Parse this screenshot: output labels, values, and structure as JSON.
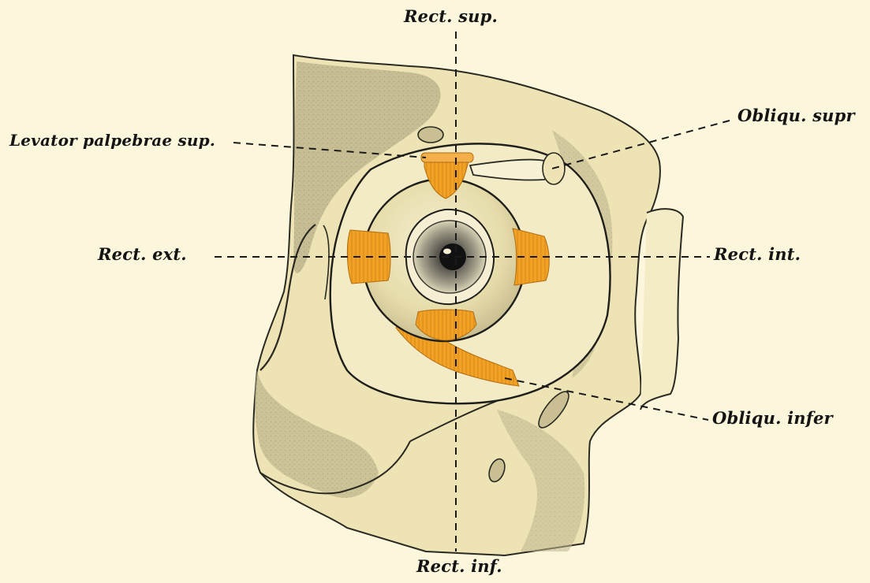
{
  "labels": {
    "rect_sup": "Rect. sup.",
    "levator": "Levator palpebrae sup.",
    "obliqu_supr": "Obliqu. supr",
    "rect_ext": "Rect. ext.",
    "rect_int": "Rect. int.",
    "obliqu_infer": "Obliqu. infer",
    "rect_inf": "Rect. inf."
  },
  "colors": {
    "paper": "#fbf6dc",
    "bone_light": "#ede3b4",
    "bone_shadow": "#b8ae88",
    "muscle": "#f0a224",
    "sclera": "#eee6b8",
    "iris": "#9a9480",
    "pupil": "#111111",
    "ink": "#141414"
  },
  "icons": [
    "orbit-bone-illustration",
    "eyeball-illustration",
    "muscle-illustration"
  ]
}
